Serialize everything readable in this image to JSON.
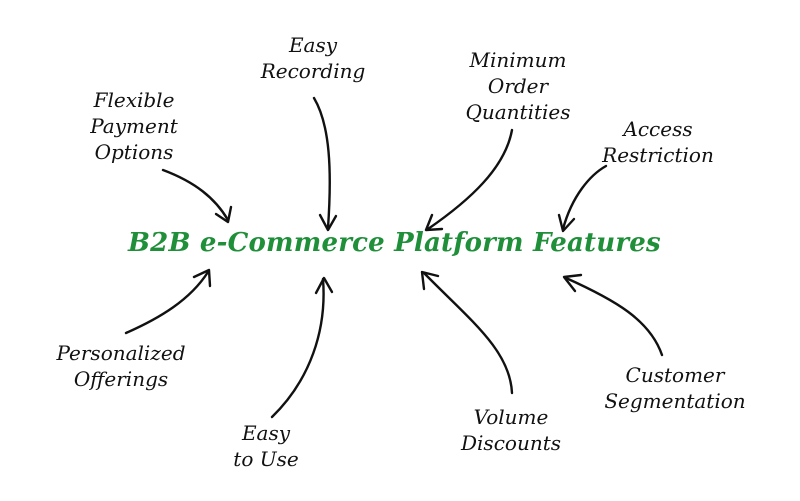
{
  "diagram": {
    "center_title": "B2B e-Commerce Platform Features",
    "features": {
      "flexible_payment": [
        "Flexible",
        "Payment",
        "Options"
      ],
      "easy_recording": [
        "Easy",
        "Recording"
      ],
      "minimum_order": [
        "Minimum",
        "Order",
        "Quantities"
      ],
      "access_restriction": [
        "Access",
        "Restriction"
      ],
      "personalized_offerings": [
        "Personalized",
        "Offerings"
      ],
      "easy_to_use": [
        "Easy",
        "to Use"
      ],
      "volume_discounts": [
        "Volume",
        "Discounts"
      ],
      "customer_segmentation": [
        "Customer",
        "Segmentation"
      ]
    },
    "colors": {
      "title": "#1f8f3a",
      "text": "#111111",
      "background": "#ffffff"
    }
  }
}
